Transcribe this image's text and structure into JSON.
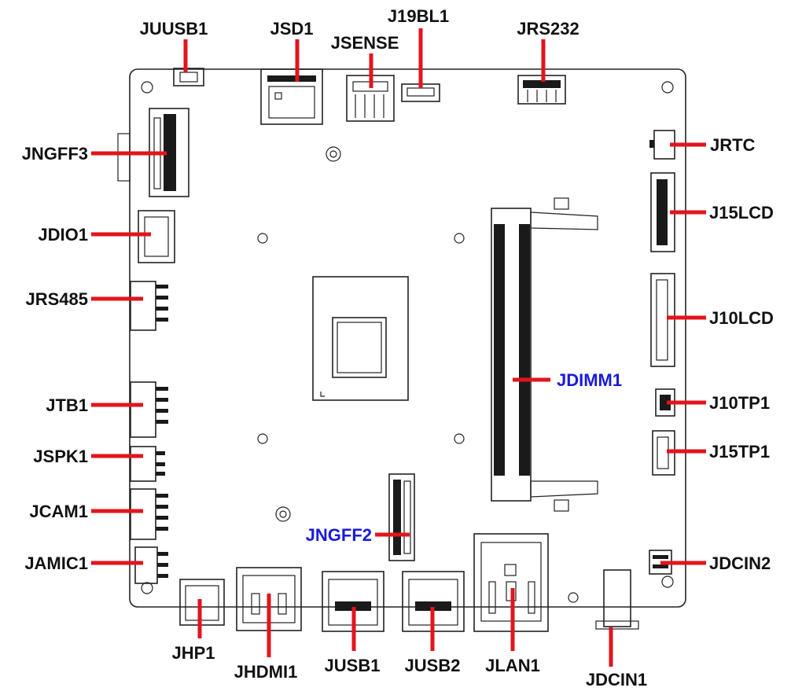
{
  "labels": {
    "juusb1": "JUUSB1",
    "jsd1": "JSD1",
    "jsense": "JSENSE",
    "j19bl1": "J19BL1",
    "jrs232": "JRS232",
    "jngff3": "JNGFF3",
    "jdio1": "JDIO1",
    "jrs485": "JRS485",
    "jtb1": "JTB1",
    "jspk1": "JSPK1",
    "jcam1": "JCAM1",
    "jamic1": "JAMIC1",
    "jngff2": "JNGFF2",
    "jdimm1": "JDIMM1",
    "jrtc": "JRTC",
    "j15lcd": "J15LCD",
    "j10lcd": "J10LCD",
    "j10tp1": "J10TP1",
    "j15tp1": "J15TP1",
    "jdcin2": "JDCIN2",
    "jhp1": "JHP1",
    "jhdmi1": "JHDMI1",
    "jusb1": "JUSB1",
    "jusb2": "JUSB2",
    "jlan1": "JLAN1",
    "jdcin1": "JDCIN1"
  },
  "colors": {
    "leader": "#e3141c",
    "label_default": "#111111",
    "label_highlight": "#1a1adc"
  }
}
